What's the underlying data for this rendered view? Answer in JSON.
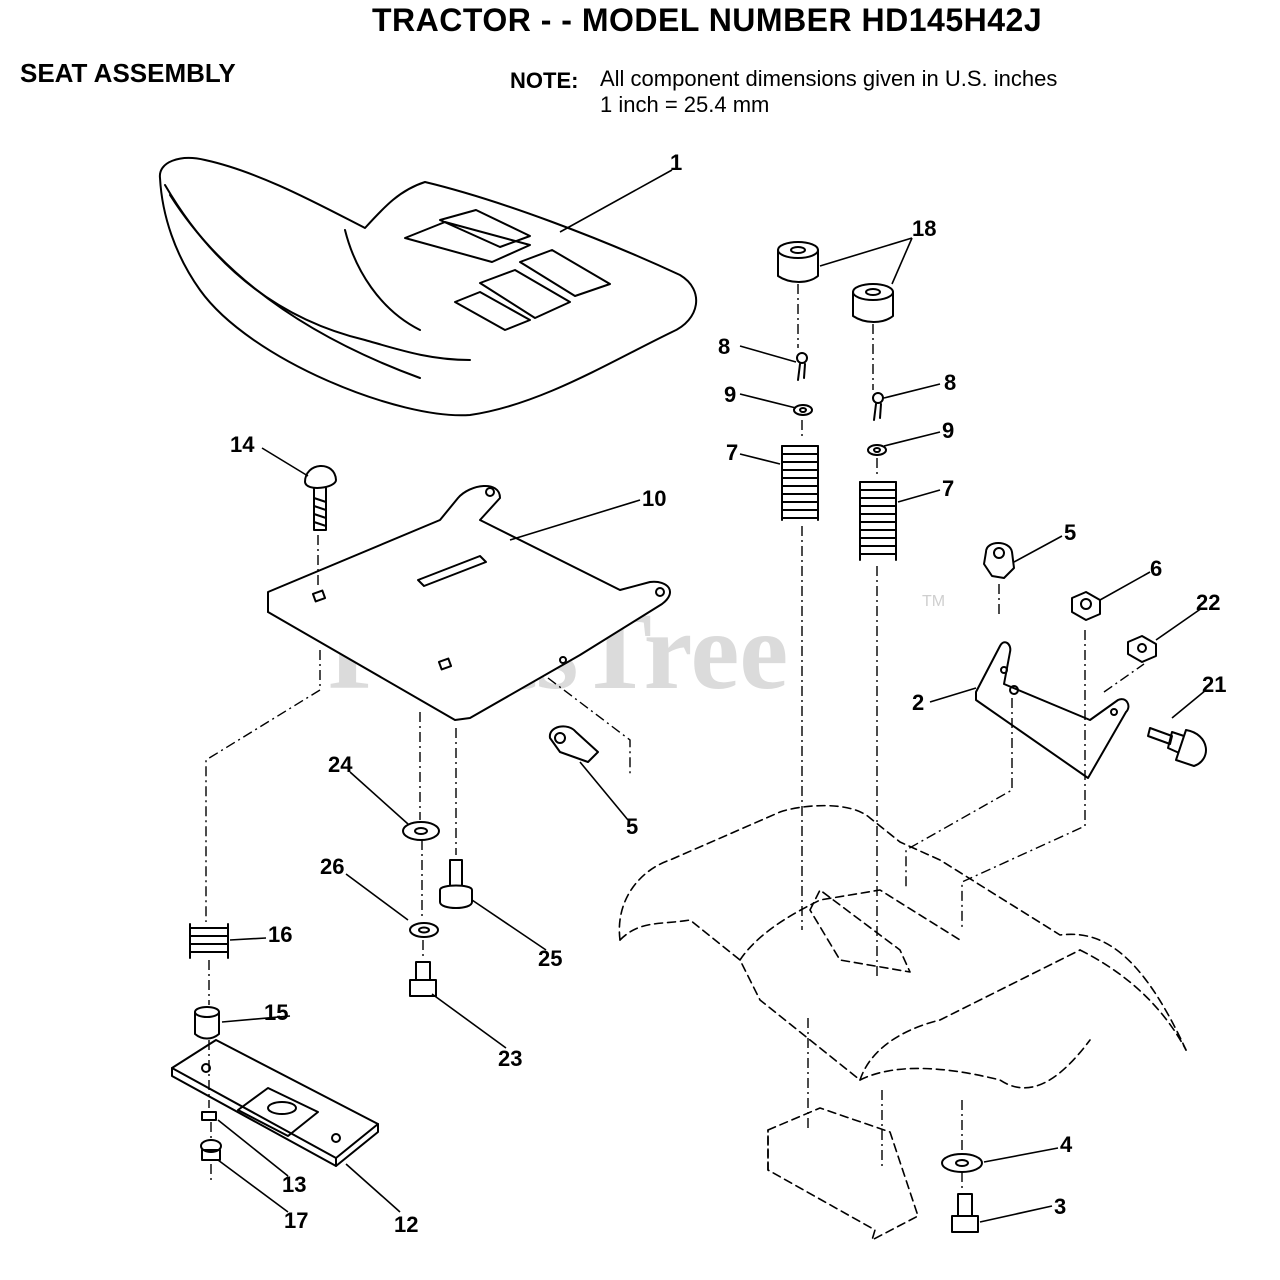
{
  "header": {
    "title": "TRACTOR - - MODEL NUMBER HD145H42J",
    "section": "SEAT ASSEMBLY",
    "note_label": "NOTE:",
    "note_line1": "All component dimensions given in U.S. inches",
    "note_line2": "1 inch = 25.4 mm"
  },
  "watermark": {
    "text": "PartsTree",
    "trademark": "TM"
  },
  "callouts": [
    "1",
    "18",
    "8",
    "9",
    "7",
    "8",
    "9",
    "7",
    "14",
    "10",
    "5",
    "6",
    "22",
    "2",
    "21",
    "5",
    "24",
    "26",
    "25",
    "16",
    "15",
    "23",
    "4",
    "3",
    "13",
    "17",
    "12"
  ]
}
